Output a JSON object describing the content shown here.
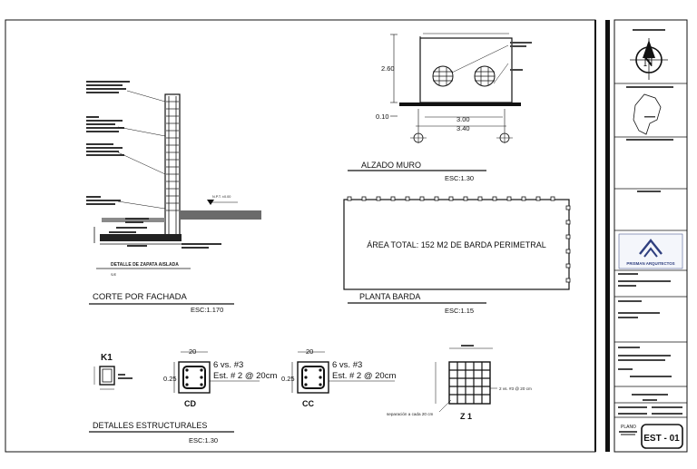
{
  "drawing": {
    "corte_fachada": {
      "title": "CORTE POR FACHADA",
      "scale": "ESC:1.170",
      "zapata_title": "DETALLE DE ZAPATA AISLADA",
      "zapata_sub": "S/E",
      "npt_label": "N.P.T. ±0.00"
    },
    "alzado": {
      "title": "ALZADO MURO",
      "scale": "ESC:1.30",
      "height": "2.60",
      "base": "0.10",
      "dim_inner": "3.00",
      "dim_outer": "3.40"
    },
    "planta": {
      "title": "PLANTA BARDA",
      "scale": "ESC:1.15",
      "area_text": "ÁREA TOTAL: 152 M2 DE BARDA PERIMETRAL"
    },
    "detalles": {
      "title": "DETALLES ESTRUCTURALES",
      "scale": "ESC:1.30",
      "k1": "K1",
      "cd": {
        "name": "CD",
        "width": "20",
        "height": "0.25",
        "bars": "6 vs. #3",
        "stirrups": "Est. # 2 @ 20cm"
      },
      "cc": {
        "name": "CC",
        "width": "20",
        "height": "0.25",
        "bars": "6 vs. #3",
        "stirrups": "Est. # 2 @ 20cm"
      },
      "z1": {
        "name": "Z 1",
        "note_bars": "2 vs. #3 @ 20 cm",
        "note_sep": "separación a cada 20 cm"
      }
    }
  },
  "title_block": {
    "north_letter": "N",
    "firm_name": "PRISMAN ARQUITECTOS",
    "plano_label": "PLANO",
    "plano_code": "EST - 01"
  }
}
